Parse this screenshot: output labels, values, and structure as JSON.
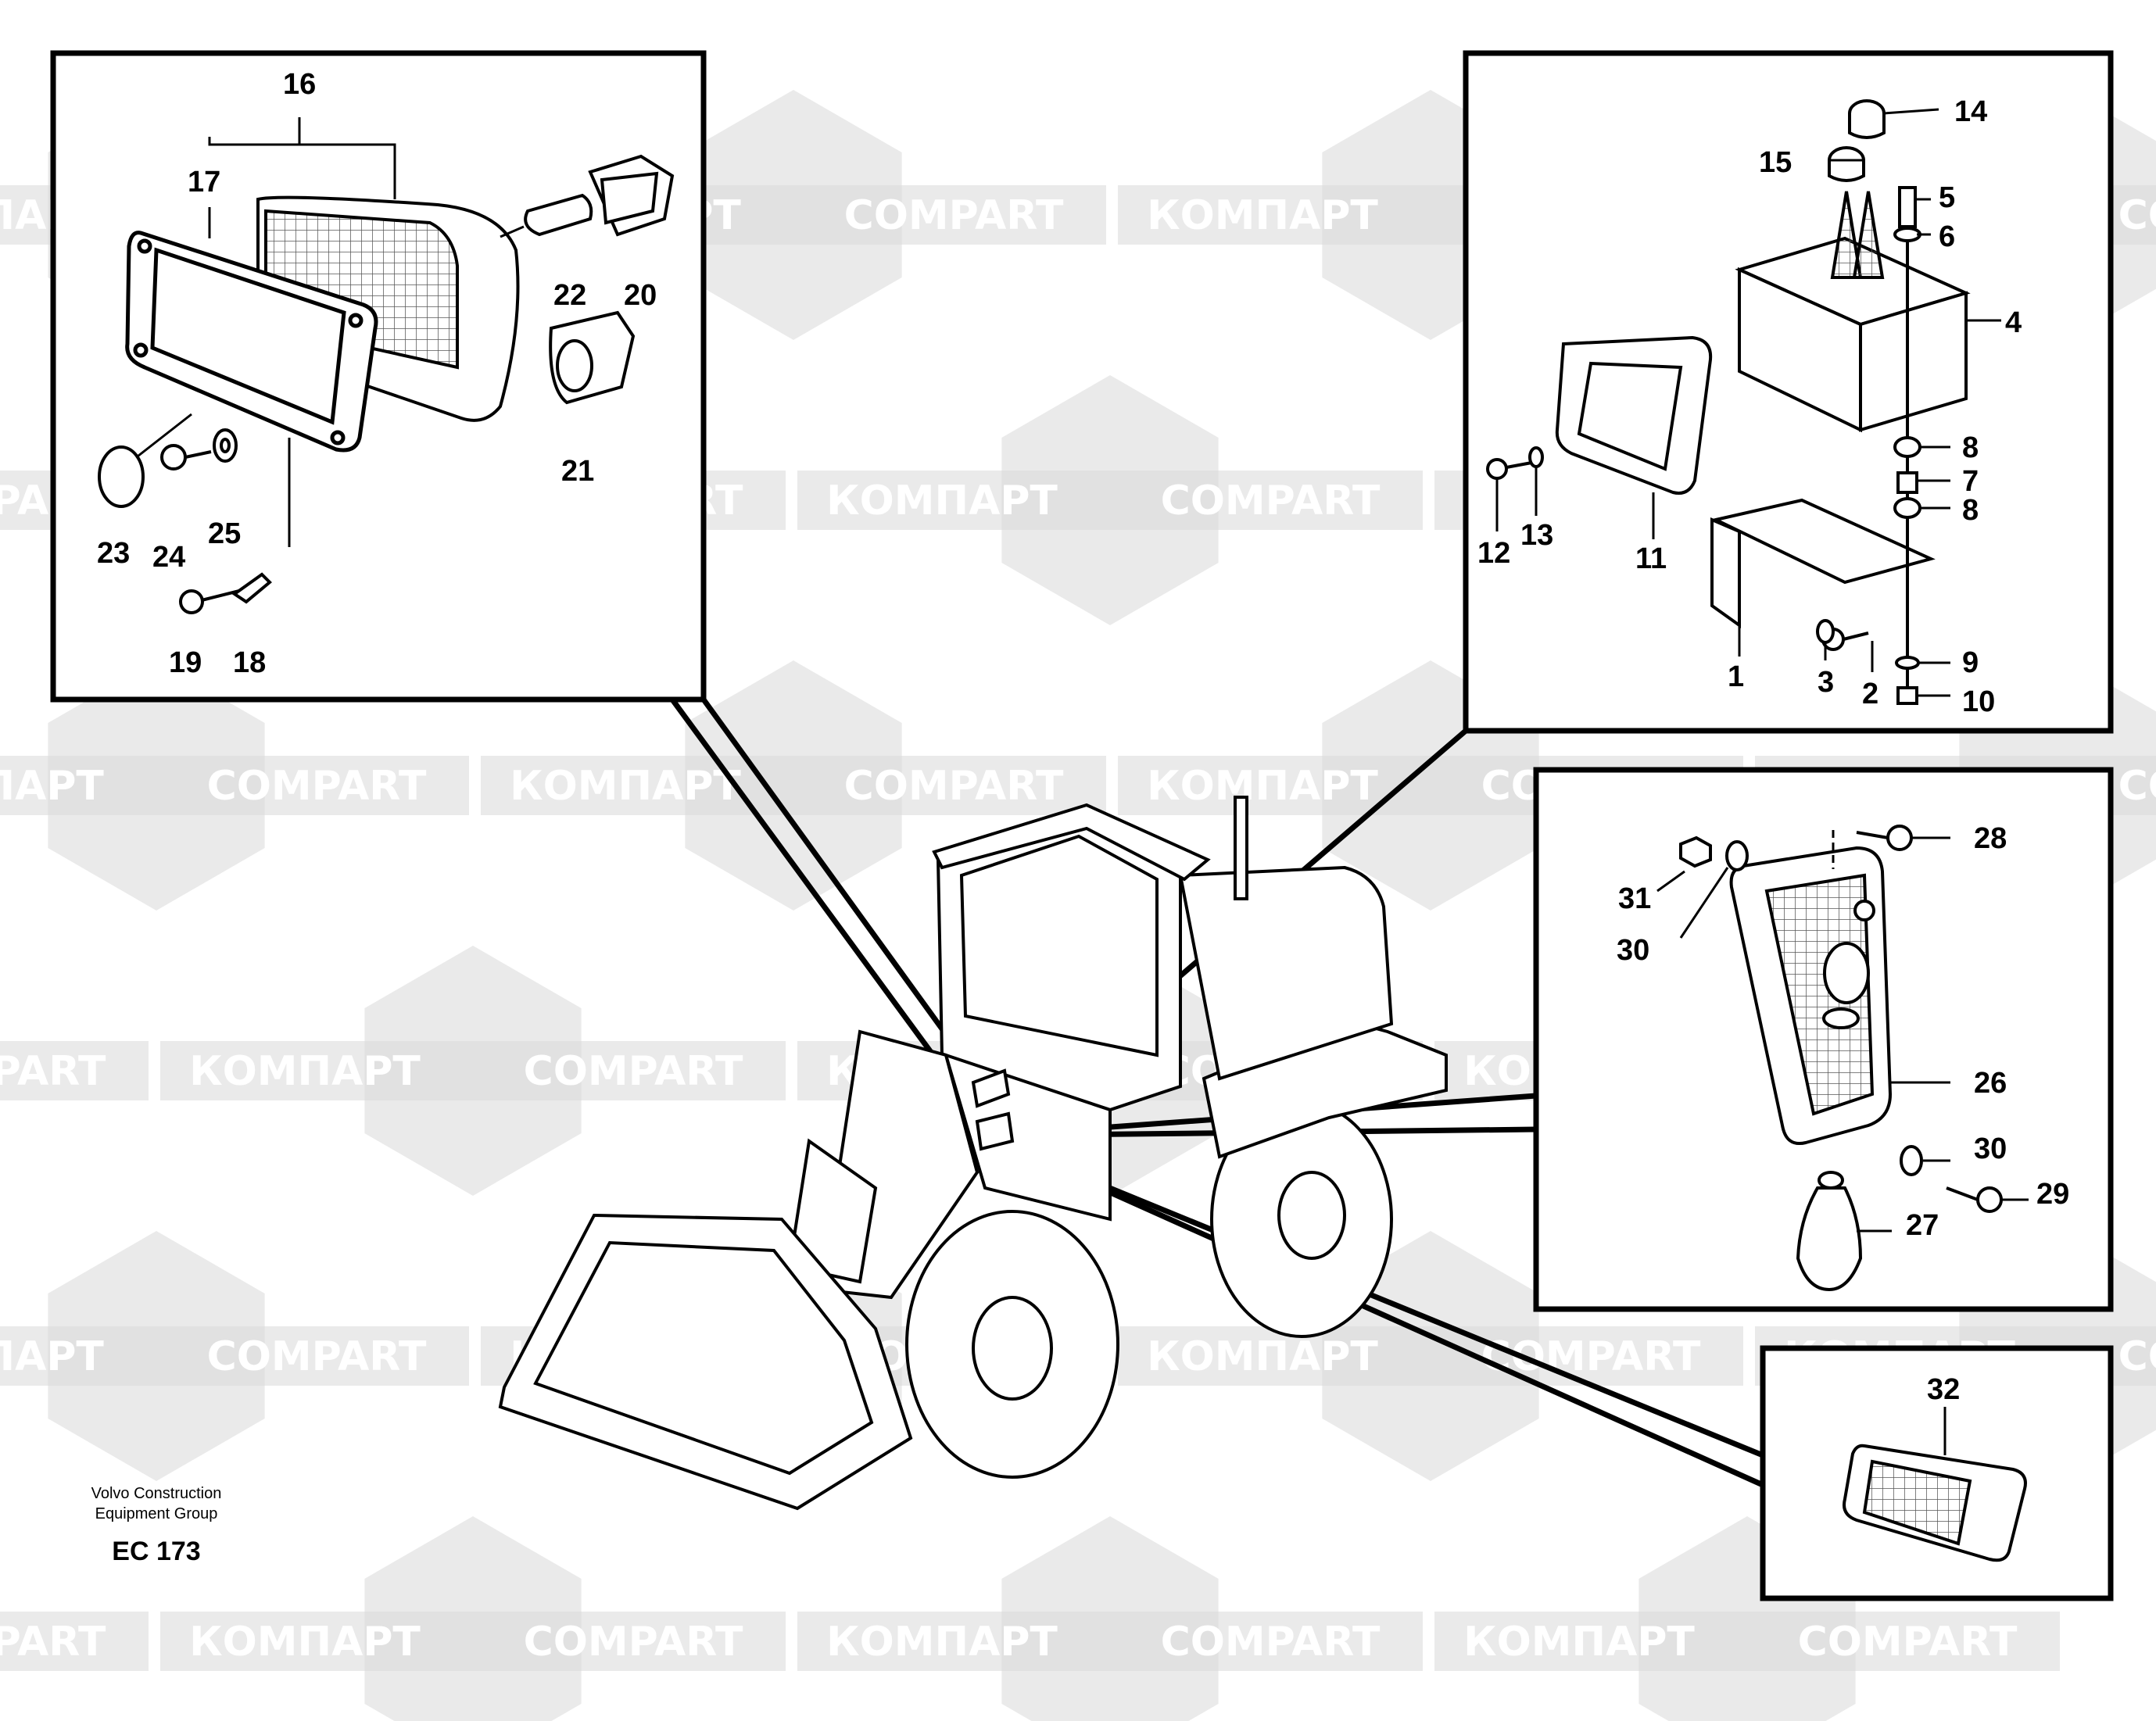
{
  "watermark": {
    "text_ru": "КОМПАРТ",
    "text_en": "COMPART",
    "color": "#d9d9d9"
  },
  "footer": {
    "company_line1": "Volvo Construction",
    "company_line2": "Equipment Group",
    "code": "EC 173"
  },
  "callouts": {
    "c1": "1",
    "c2": "2",
    "c3": "3",
    "c4": "4",
    "c5": "5",
    "c6": "6",
    "c7": "7",
    "c8a": "8",
    "c8b": "8",
    "c9": "9",
    "c10": "10",
    "c11": "11",
    "c12": "12",
    "c13": "13",
    "c14": "14",
    "c15": "15",
    "c16": "16",
    "c17": "17",
    "c18": "18",
    "c19": "19",
    "c20": "20",
    "c21": "21",
    "c22": "22",
    "c23": "23",
    "c24": "24",
    "c25": "25",
    "c26": "26",
    "c27": "27",
    "c28": "28",
    "c29": "29",
    "c30a": "30",
    "c30b": "30",
    "c31": "31",
    "c32": "32"
  },
  "colors": {
    "line": "#000000",
    "background": "#ffffff",
    "watermark": "#d9d9d9"
  }
}
